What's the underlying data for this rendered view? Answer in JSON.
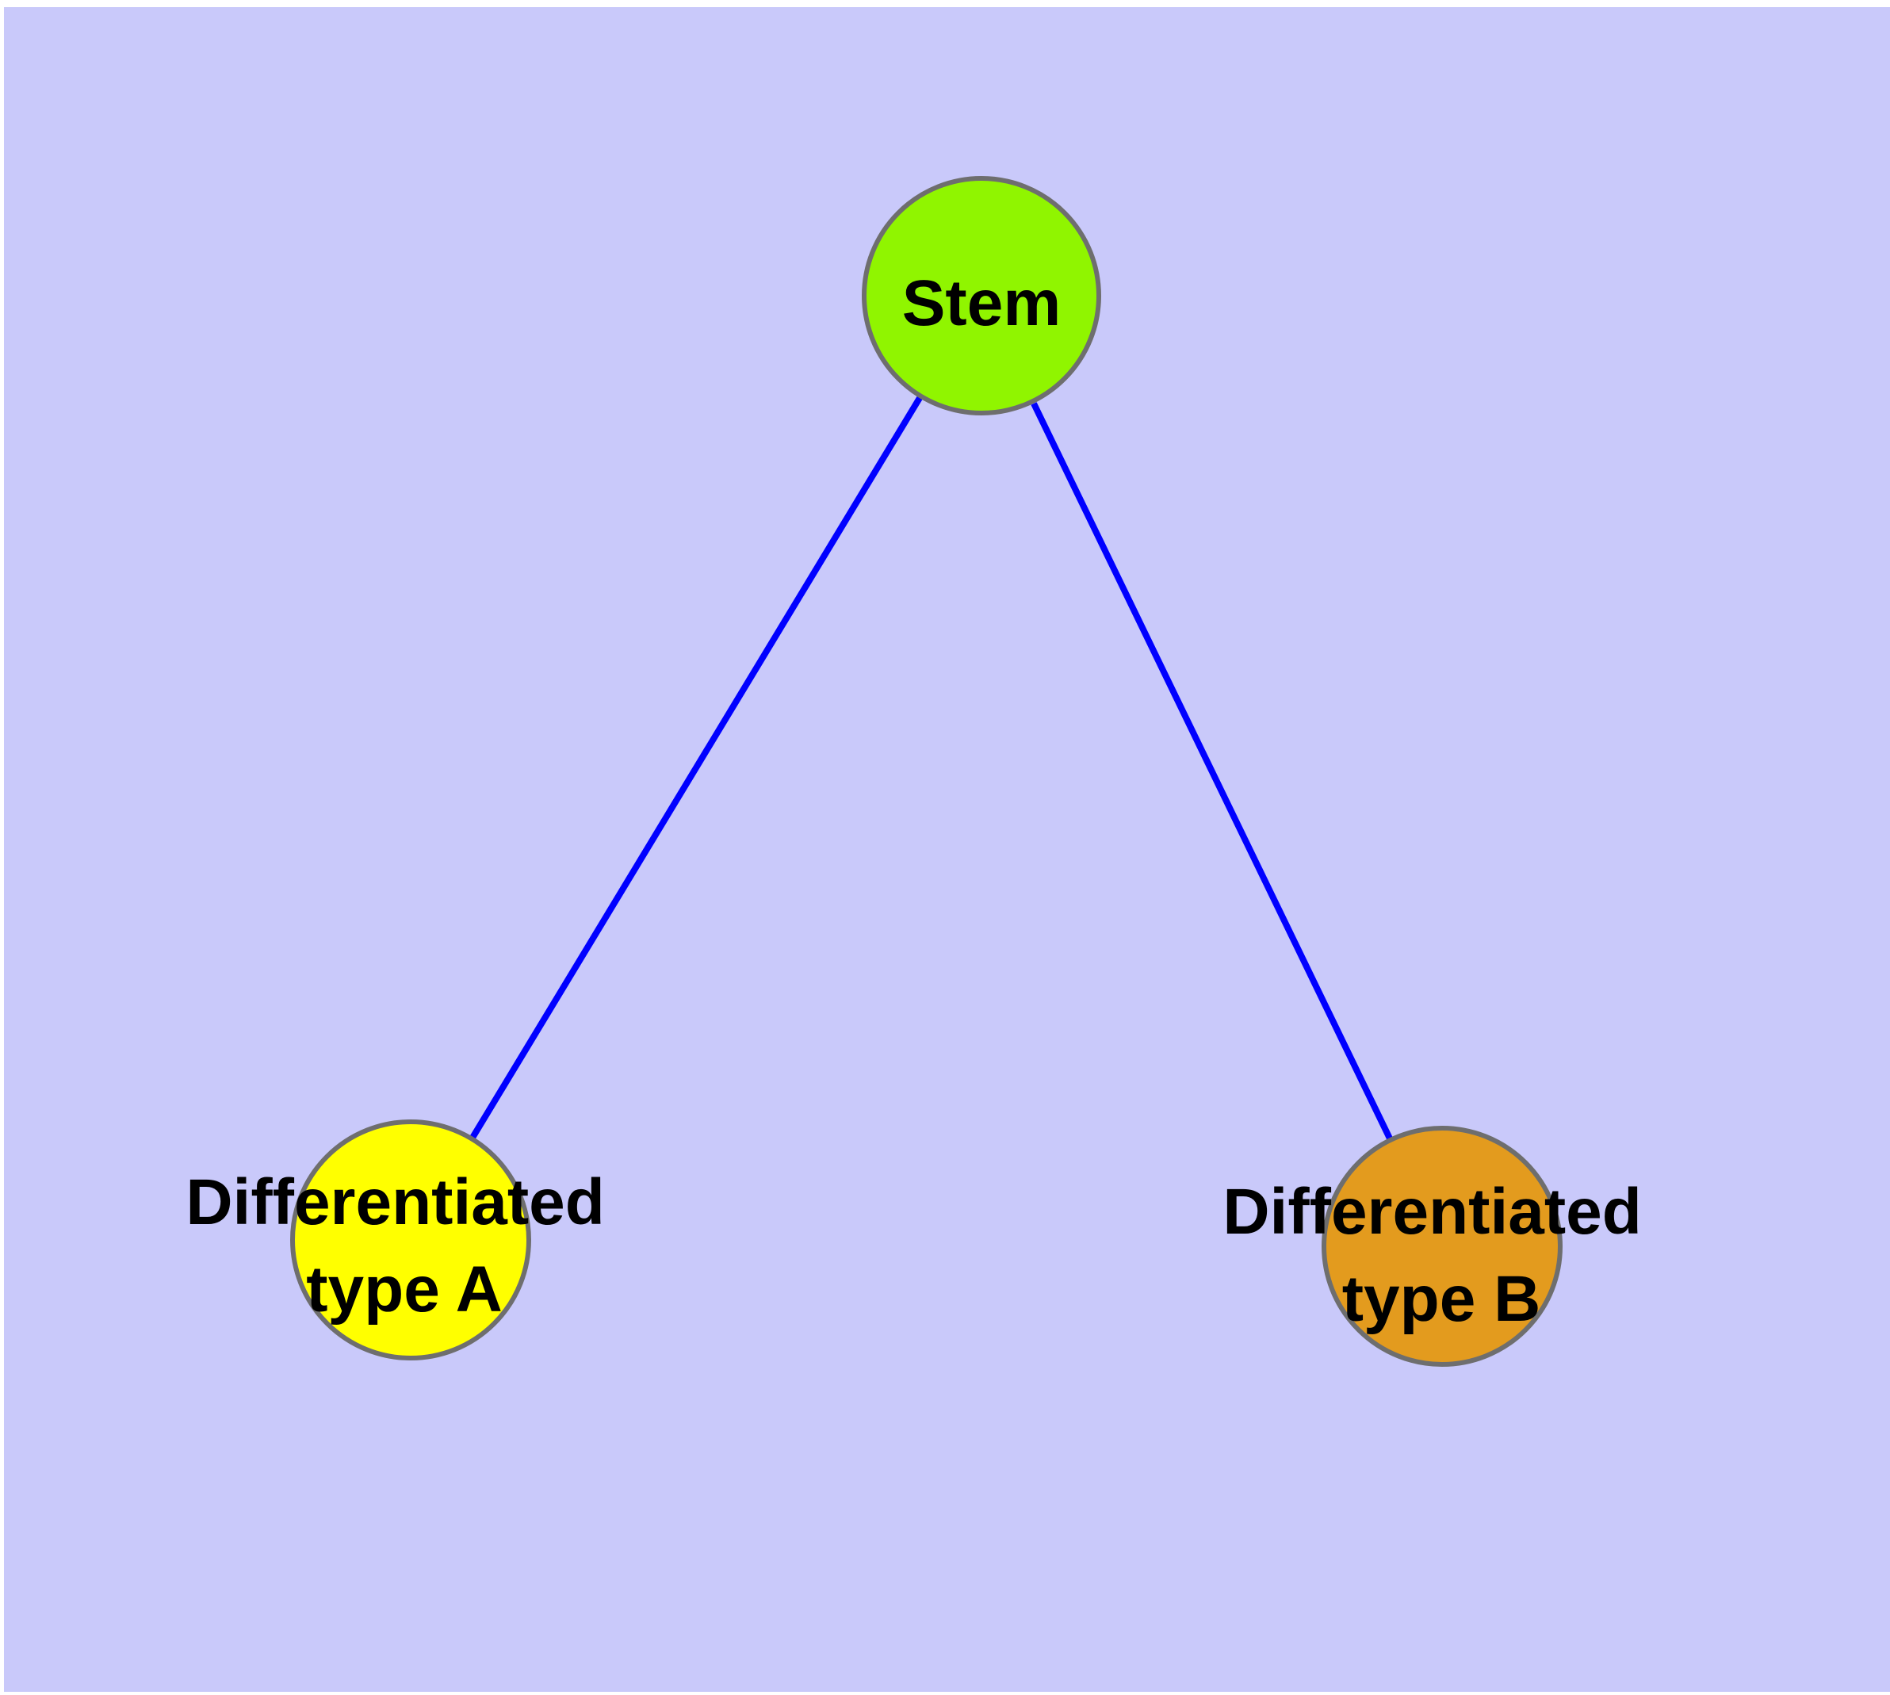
{
  "diagram": {
    "type": "graph",
    "description": "Stem cell differentiation tree: one stem node with two differentiated child nodes",
    "page_background": "#ffffff",
    "canvas_background": "#c9c9fa",
    "edge_color": "#0000ff",
    "node_border_color": "#6e6e6e",
    "label_color": "#000000",
    "nodes": {
      "stem": {
        "label": "Stem",
        "fill": "#90f500"
      },
      "typeA": {
        "label_line1": "Differentiated",
        "label_line2": "type A",
        "fill": "#ffff00"
      },
      "typeB": {
        "label_line1": "Differentiated",
        "label_line2": "type B",
        "fill": "#e39b1e"
      }
    },
    "edges": [
      {
        "from": "Stem",
        "to": "Differentiated type A"
      },
      {
        "from": "Stem",
        "to": "Differentiated type B"
      }
    ]
  }
}
